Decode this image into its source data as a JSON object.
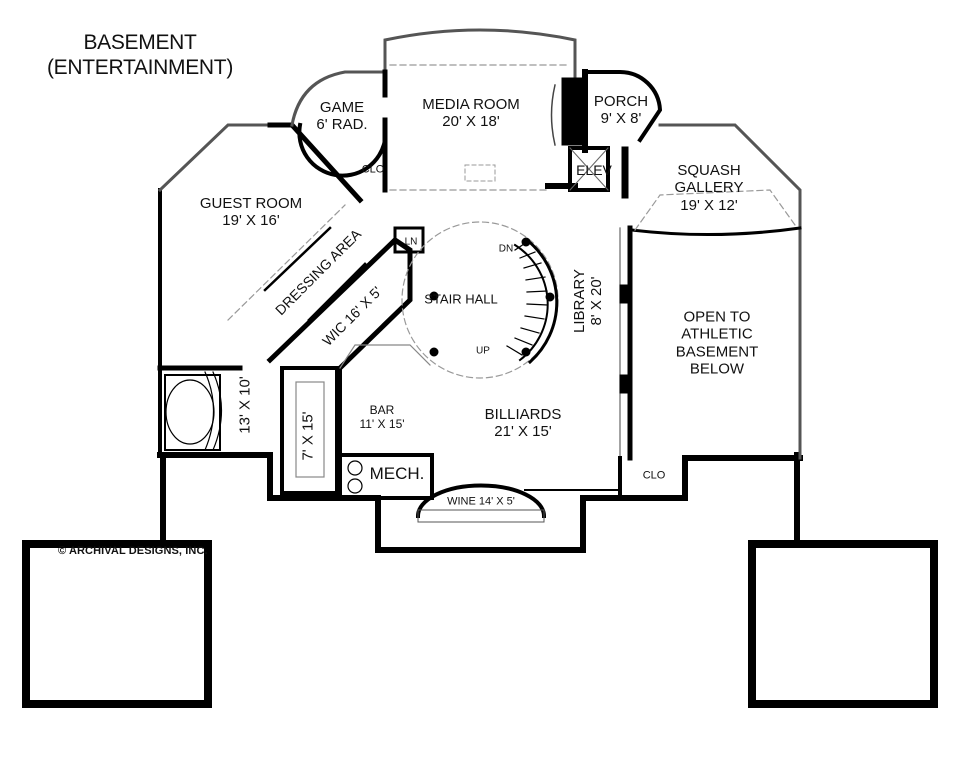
{
  "title": {
    "line1": "BASEMENT",
    "line2": "(ENTERTAINMENT)"
  },
  "copyright": "© ARCHIVAL DESIGNS, INC.",
  "rooms": {
    "game": {
      "name": "GAME",
      "size": "6' RAD."
    },
    "media_room": {
      "name": "MEDIA ROOM",
      "size": "20' X 18'"
    },
    "porch": {
      "name": "PORCH",
      "size": "9' X 8'"
    },
    "elevator": {
      "name": "ELEV"
    },
    "squash_gallery": {
      "name1": "SQUASH",
      "name2": "GALLERY",
      "size": "19' X 12'"
    },
    "guest_room": {
      "name": "GUEST ROOM",
      "size": "19' X 16'"
    },
    "closet_top": {
      "name": "CLO"
    },
    "linen": {
      "name": "LN"
    },
    "dressing_area": {
      "name": "DRESSING AREA"
    },
    "wic": {
      "name": "WIC 16' X 5'"
    },
    "stair_hall": {
      "name": "STAIR HALL",
      "dn": "DN",
      "up": "UP"
    },
    "library": {
      "name": "LIBRARY",
      "size": "8' X 20'"
    },
    "open_to_athletic": {
      "line1": "OPEN TO",
      "line2": "ATHLETIC",
      "line3": "BASEMENT",
      "line4": "BELOW"
    },
    "bath": {
      "size": "13' X 10'"
    },
    "storage": {
      "size": "7' X 15'"
    },
    "bar": {
      "name": "BAR",
      "size": "11' X 15'"
    },
    "billiards": {
      "name": "BILLIARDS",
      "size": "21' X 15'"
    },
    "mech": {
      "name": "MECH."
    },
    "wine": {
      "name": "WINE 14' X 5'"
    },
    "closet_right": {
      "name": "CLO"
    }
  },
  "colors": {
    "wall": "#000000",
    "line": "#222222",
    "dashed": "#9a9a9a",
    "background": "#ffffff"
  }
}
